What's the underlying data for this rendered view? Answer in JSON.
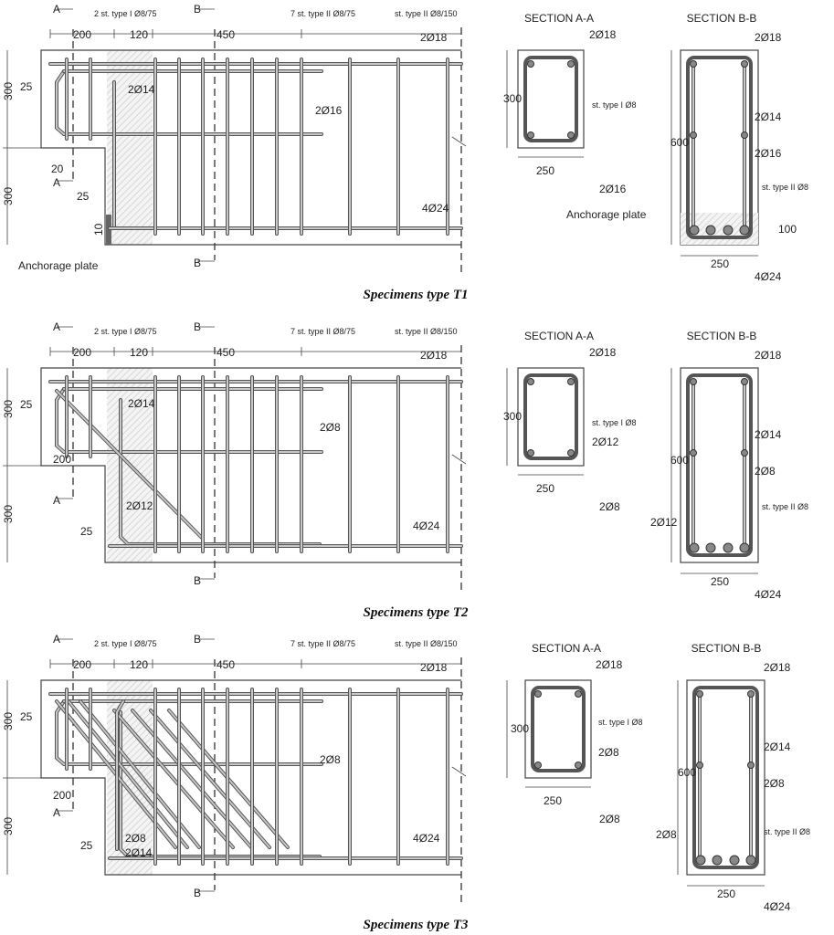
{
  "colors": {
    "outline": "#444444",
    "rebar": "#555555",
    "hatch": "#dddddd"
  },
  "specimens": [
    {
      "title": "Specimens type T1",
      "elev": {
        "a1": "A",
        "a2": "A",
        "b1": "B",
        "b2": "B",
        "st1": "2 st. type I Ø8/75",
        "st2": "7 st. type II Ø8/75",
        "st3": "st. type II Ø8/150",
        "d200": "200",
        "d120": "120",
        "d450": "450",
        "top": "2Ø18",
        "c25": "25",
        "h1": "300",
        "h2": "300",
        "l1": "2Ø14",
        "l2": "2Ø16",
        "l3": "20",
        "l4": "25",
        "l5": "10",
        "bot": "4Ø24",
        "l6": "Anchorage plate"
      },
      "secA": {
        "title": "SECTION A-A",
        "top": "2Ø18",
        "st": "st. type I Ø8",
        "h": "300",
        "w": "250",
        "bot": "2Ø16"
      },
      "secB": {
        "title": "SECTION B-B",
        "top": "2Ø18",
        "m1": "2Ø14",
        "m2": "2Ø16",
        "h": "600",
        "st": "st. type II Ø8",
        "m3": "Anchorage plate",
        "m4": "100",
        "w": "250",
        "bot": "4Ø24"
      }
    },
    {
      "title": "Specimens type T2",
      "elev": {
        "a1": "A",
        "a2": "A",
        "b1": "B",
        "b2": "B",
        "st1": "2 st. type I Ø8/75",
        "st2": "7 st. type II Ø8/75",
        "st3": "st. type II Ø8/150",
        "d200": "200",
        "d120": "120",
        "d450": "450",
        "top": "2Ø18",
        "c25": "25",
        "h1": "300",
        "h2": "300",
        "l1": "2Ø14",
        "l2": "2Ø8",
        "l3": "200",
        "l4": "2Ø12",
        "l5": "25",
        "bot": "4Ø24"
      },
      "secA": {
        "title": "SECTION A-A",
        "top": "2Ø18",
        "st": "st. type I Ø8",
        "h": "300",
        "m1": "2Ø12",
        "w": "250",
        "bot": "2Ø8"
      },
      "secB": {
        "title": "SECTION B-B",
        "top": "2Ø18",
        "m1": "2Ø14",
        "m2": "2Ø8",
        "h": "600",
        "st": "st. type II Ø8",
        "m3": "2Ø12",
        "w": "250",
        "bot": "4Ø24"
      }
    },
    {
      "title": "Specimens type T3",
      "elev": {
        "a1": "A",
        "a2": "A",
        "b1": "B",
        "b2": "B",
        "st1": "2 st. type I Ø8/75",
        "st2": "7 st. type II Ø8/75",
        "st3": "st. type II Ø8/150",
        "d200": "200",
        "d120": "120",
        "d450": "450",
        "top": "2Ø18",
        "c25": "25",
        "h1": "300",
        "h2": "300",
        "l1": "2Ø8",
        "l2": "200",
        "l3": "2Ø8",
        "l4": "2Ø14",
        "l5": "25",
        "bot": "4Ø24"
      },
      "secA": {
        "title": "SECTION A-A",
        "top": "2Ø18",
        "st": "st. type I Ø8",
        "m1": "2Ø8",
        "h": "300",
        "w": "250",
        "bot": "2Ø8"
      },
      "secB": {
        "title": "SECTION B-B",
        "top": "2Ø18",
        "m1": "2Ø14",
        "m2": "2Ø8",
        "h": "600",
        "m3": "2Ø8",
        "st": "st. type II Ø8",
        "w": "250",
        "bot": "4Ø24"
      }
    }
  ]
}
